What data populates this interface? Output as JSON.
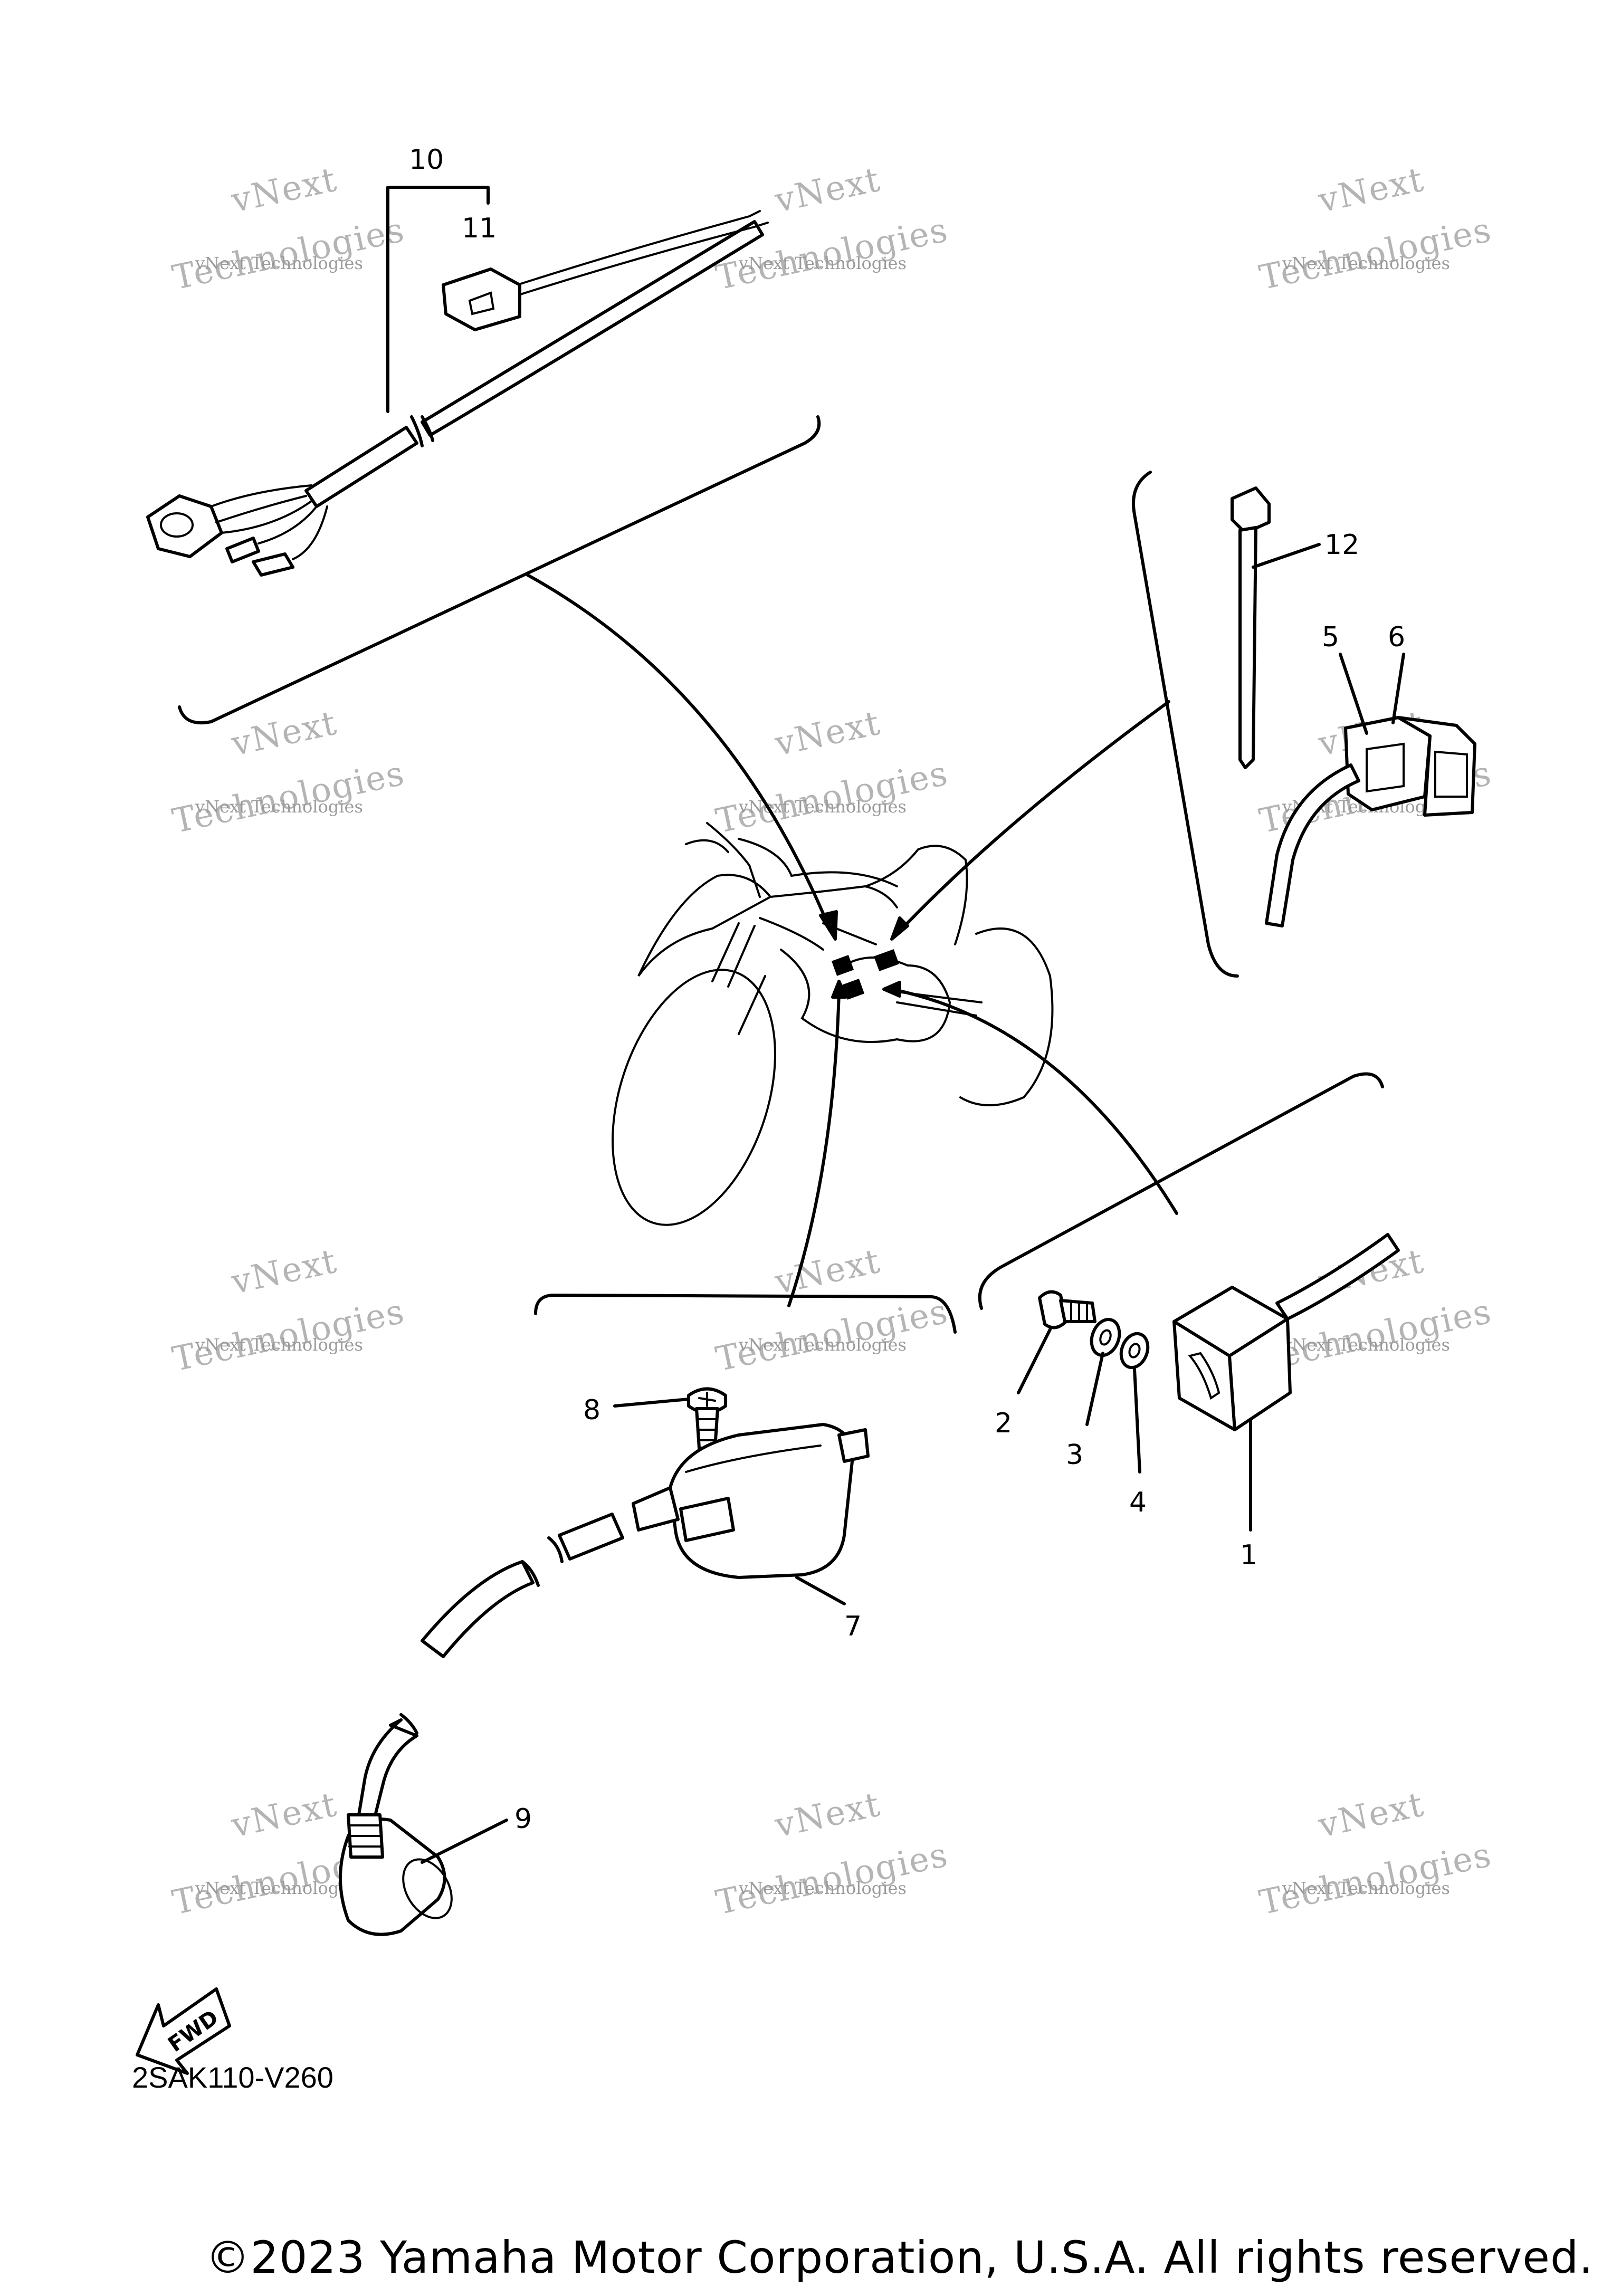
{
  "diagram": {
    "callouts": [
      {
        "id": "1",
        "text": "1"
      },
      {
        "id": "2",
        "text": "2"
      },
      {
        "id": "3",
        "text": "3"
      },
      {
        "id": "4",
        "text": "4"
      },
      {
        "id": "5",
        "text": "5"
      },
      {
        "id": "6",
        "text": "6"
      },
      {
        "id": "7",
        "text": "7"
      },
      {
        "id": "8",
        "text": "8"
      },
      {
        "id": "9",
        "text": "9"
      },
      {
        "id": "10",
        "text": "10"
      },
      {
        "id": "11",
        "text": "11"
      },
      {
        "id": "12",
        "text": "12"
      }
    ],
    "fwd_label": "FWD",
    "diagram_code": "2SAK110-V260"
  },
  "watermark": {
    "line1": "vNext Technologies",
    "big": "Technologies",
    "big_top": "vNext"
  },
  "footer": {
    "copyright": "©2023 Yamaha Motor Corporation, U.S.A. All rights reserved."
  },
  "colors": {
    "ink": "#000000",
    "paper": "#ffffff",
    "watermark": "#b4b4b4"
  }
}
